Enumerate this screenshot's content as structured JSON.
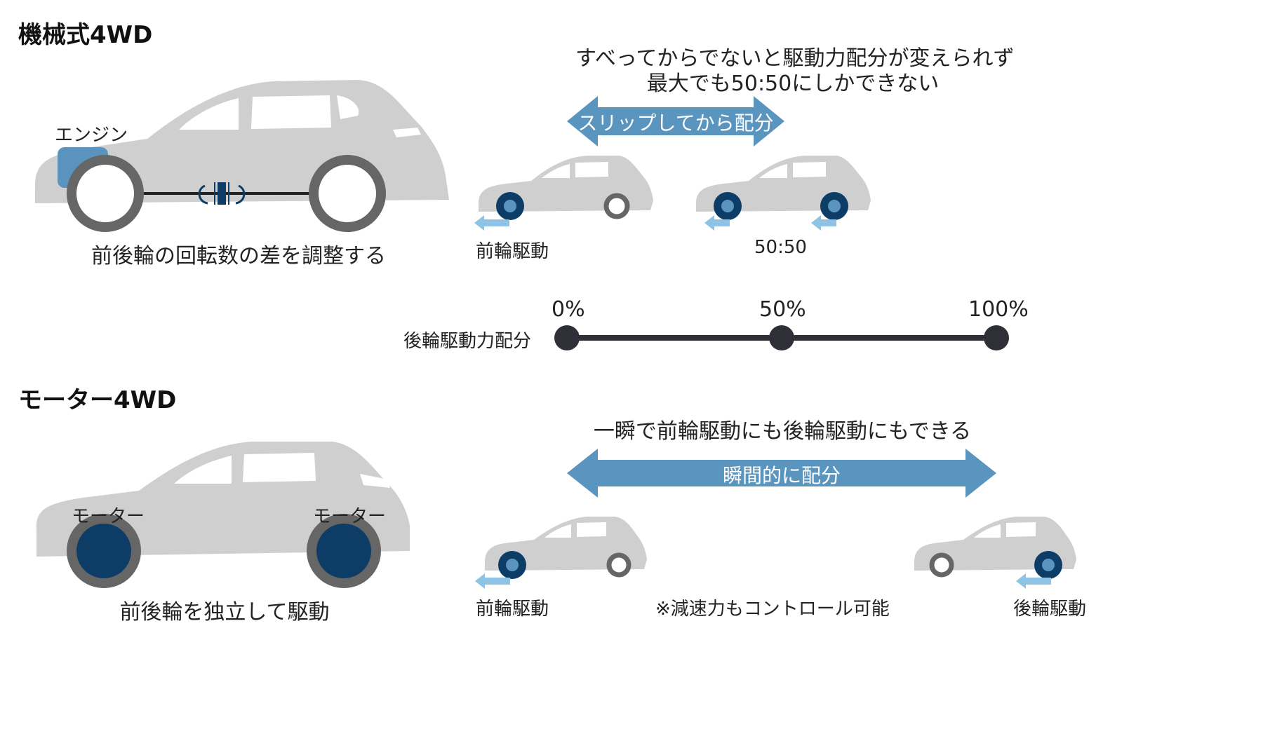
{
  "mechanical": {
    "title": "機械式4WD",
    "engine_label": "エンジン",
    "caption": "前後輪の回転数の差を調整する",
    "description_line1": "すべってからでないと駆動力配分が変えられず",
    "description_line2": "最大でも50:50にしかできない",
    "arrow_label": "スリップしてから配分",
    "car_left_label": "前輪駆動",
    "car_right_label": "50:50"
  },
  "scale": {
    "label": "後輪駆動力配分",
    "ticks": [
      "0%",
      "50%",
      "100%"
    ]
  },
  "motor": {
    "title": "モーター4WD",
    "front_motor_label": "モーター",
    "rear_motor_label": "モーター",
    "caption": "前後輪を独立して駆動",
    "description": "一瞬で前輪駆動にも後輪駆動にもできる",
    "arrow_label": "瞬間的に配分",
    "car_left_label": "前輪駆動",
    "car_right_label": "後輪駆動",
    "note": "※減速力もコントロール可能"
  },
  "colors": {
    "car_body": "#cfcfcf",
    "tire": "#666666",
    "drive_wheel": "#0d3d66",
    "arrow": "#5a95bf",
    "small_arrow": "#8ec3e6",
    "engine": "#5a93be",
    "scale_line": "#2f2f38"
  }
}
